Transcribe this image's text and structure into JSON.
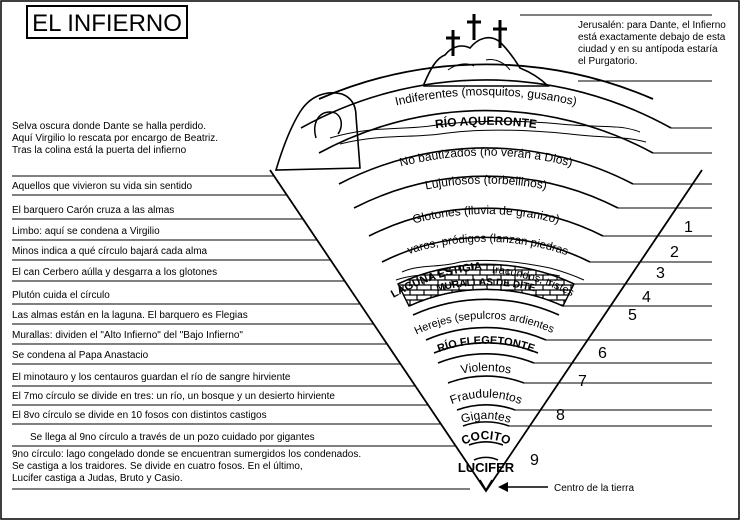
{
  "title": "EL INFIERNO",
  "jerusalem_note": [
    "Jerusalén: para Dante, el Infierno",
    "está exactamente debajo de esta",
    "ciudad y en su antípoda estaría",
    "el Purgatorio."
  ],
  "forest_note": [
    "Selva oscura donde Dante se halla perdido.",
    "Aquí Virgilio lo rescata por encargo de Beatriz.",
    "Tras la colina está la puerta del infierno"
  ],
  "left_notes": [
    "Aquellos que vivieron su vida sin sentido",
    "El barquero Carón cruza a las almas",
    "Limbo: aquí se condena a Virgilio",
    "Minos indica a qué círculo bajará cada alma",
    "El can Cerbero aúlla y desgarra a los glotones",
    "Plutón cuida el círculo",
    "Las almas están en la laguna. El barquero es Flegias",
    "Murallas: dividen el \"Alto Infierno\" del \"Bajo Infierno\"",
    "Se condena al Papa Anastacio",
    "El minotauro y los centauros guardan el río de sangre hirviente",
    "El 7mo círculo se divide en tres: un río, un bosque y un desierto hirviente",
    "El 8vo círculo se divide en 10 fosos con distintos castigos",
    "Se llega al 9no círculo a través de un pozo cuidado por gigantes"
  ],
  "ninth_note": [
    "9no círculo: lago congelado donde se encuentran sumergidos los condenados.",
    "Se castiga a los traidores. Se divide en cuatro fosos. En el último,",
    "Lucifer castiga a Judas, Bruto y Casio."
  ],
  "band_labels": {
    "indiferentes": "Indiferentes (mosquitos, gusanos)",
    "aqueronte": "RÍO AQUERONTE",
    "no_bautizados": "No bautizados (no verán a Dios)",
    "lujuriosos": "Lujuriosos (torbellinos)",
    "glotones": "Glotones (lluvia de granizo)",
    "avaros": "Avaros, pródigos (lanzan piedras)",
    "laguna": "LAGUNA ESTIGIA",
    "iracundos": "Iracundos, tristes",
    "murallas": "MURALLAS DE DITE",
    "herejes": "Herejes (sepulcros ardientes)",
    "flegetonte": "RÍO FLEGETONTE",
    "violentos": "Violentos",
    "fraudulentos": "Fraudulentos",
    "gigantes": "Gigantes",
    "cocito": "COCITO",
    "lucifer": "LUCIFER"
  },
  "circle_numbers": [
    "1",
    "2",
    "3",
    "4",
    "5",
    "6",
    "7",
    "8",
    "9"
  ],
  "center_label": "Centro de la tierra",
  "icons": [
    "cross-icon",
    "arrow-left-icon",
    "lucifer-mark-icon"
  ]
}
